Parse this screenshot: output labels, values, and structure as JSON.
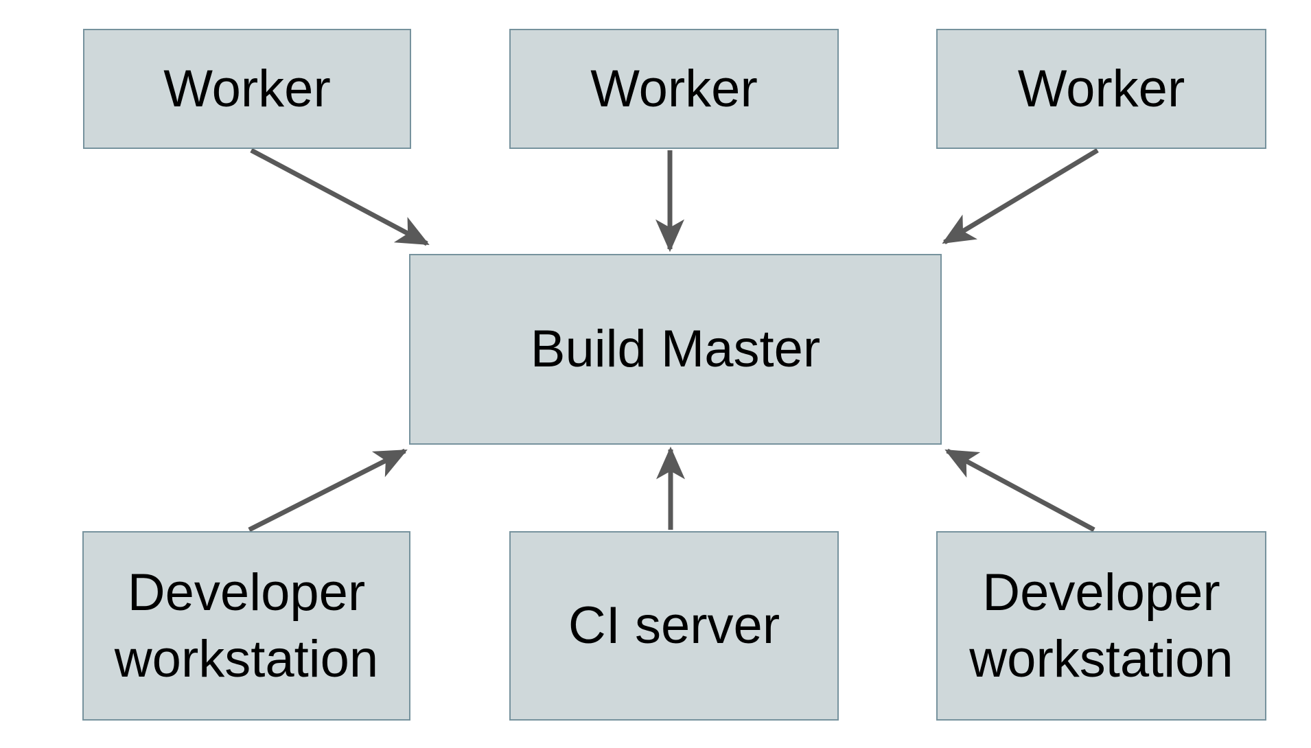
{
  "diagram": {
    "type": "architecture-diagram",
    "nodes": {
      "worker_1": {
        "label": "Worker"
      },
      "worker_2": {
        "label": "Worker"
      },
      "worker_3": {
        "label": "Worker"
      },
      "build_master": {
        "label": "Build Master"
      },
      "dev_workstation_left": {
        "label": "Developer\nworkstation"
      },
      "ci_server": {
        "label": "CI server"
      },
      "dev_workstation_right": {
        "label": "Developer\nworkstation"
      }
    },
    "edges": [
      {
        "from": "worker_1",
        "to": "build_master",
        "direction": "into-top-left"
      },
      {
        "from": "worker_2",
        "to": "build_master",
        "direction": "into-top-center"
      },
      {
        "from": "worker_3",
        "to": "build_master",
        "direction": "into-top-right"
      },
      {
        "from": "dev_workstation_left",
        "to": "build_master",
        "direction": "into-bottom-left"
      },
      {
        "from": "ci_server",
        "to": "build_master",
        "direction": "into-bottom-center"
      },
      {
        "from": "dev_workstation_right",
        "to": "build_master",
        "direction": "into-bottom-right"
      }
    ],
    "colors": {
      "background": "#ffffff",
      "node_fill": "#cfd8da",
      "node_border": "#76929d",
      "arrow": "#595959",
      "text": "#000000"
    }
  }
}
